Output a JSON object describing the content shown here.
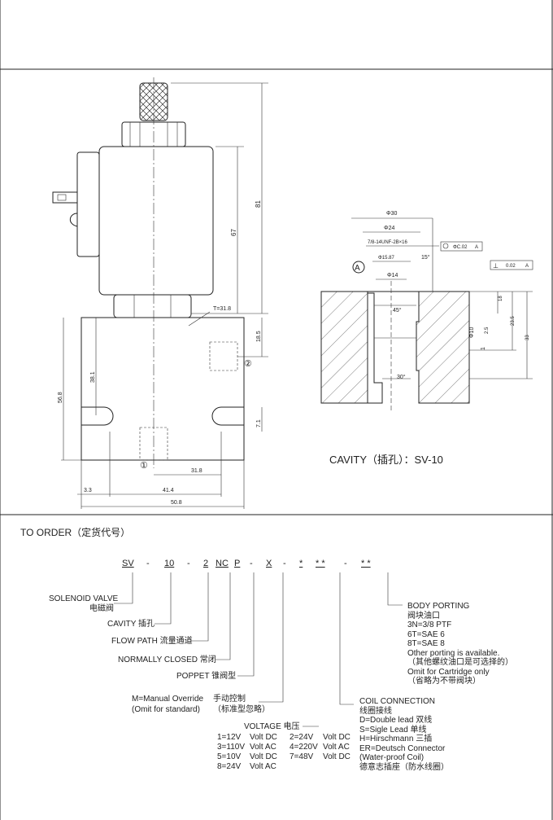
{
  "drawing": {
    "dims_left": [
      "81",
      "67",
      "T=31.8",
      "18.5",
      "38.1",
      "56.8",
      "7.1",
      "31.8",
      "41.4",
      "50.8",
      "3.3"
    ],
    "port_labels": [
      "①",
      "②"
    ],
    "dims_right": [
      "Φ30",
      "Φ24",
      "7/8-14UNF-2B×16",
      "Φ15.87",
      "Φ14",
      "15°",
      "45°",
      "30°",
      "Φ10",
      "2.5",
      "18",
      "23.5",
      "33",
      "1",
      "A"
    ],
    "tolerance_1": [
      "ΦC.02",
      "A"
    ],
    "tolerance_2": [
      "⊥",
      "0.02",
      "A"
    ],
    "cavity_caption": "CAVITY（插孔）：SV-10"
  },
  "order": {
    "title": "TO ORDER（定货代号）",
    "code": [
      "SV",
      "-",
      "10",
      "-",
      "2",
      "NC",
      "P",
      "-",
      "X",
      "-",
      "*",
      "* *",
      "-",
      "* *"
    ],
    "solenoid": [
      "SOLENOID VALVE",
      "电磁阀"
    ],
    "cavity": "CAVITY  插孔",
    "flow": "FLOW PATH  流量通道",
    "nc": "NORMALLY CLOSED  常闭",
    "poppet": "POPPET  锥阀型",
    "manual": [
      "M=Manual Override",
      "(Omit for standard)"
    ],
    "manual_cn": [
      "手动控制",
      "（标准型忽略）"
    ],
    "voltage_title": "VOLTAGE  电压",
    "voltage": [
      [
        "1=12V",
        "Volt DC",
        "2=24V",
        "Volt DC"
      ],
      [
        "3=110V",
        "Volt AC",
        "4=220V",
        "Volt AC"
      ],
      [
        "5=10V",
        "Volt DC",
        "7=48V",
        "Volt DC"
      ],
      [
        "8=24V",
        "Volt AC",
        "",
        ""
      ]
    ],
    "coil": [
      "COIL CONNECTION",
      "线圈接线",
      "D=Double lead 双线",
      "S=Sigle Lead  单线",
      "H=Hirschmann  三插",
      "ER=Deutsch Connector",
      "(Water-proof Coil)",
      "德意志插座（防水线圈）"
    ],
    "body": [
      "BODY PORTING",
      "阀块油口",
      "3N=3/8 PTF",
      "6T=SAE 6",
      "8T=SAE 8",
      "Other porting is available.",
      "（其他螺纹油口是可选择的）",
      "Omit for Cartridge only",
      "（省略为不带阀块）"
    ]
  }
}
